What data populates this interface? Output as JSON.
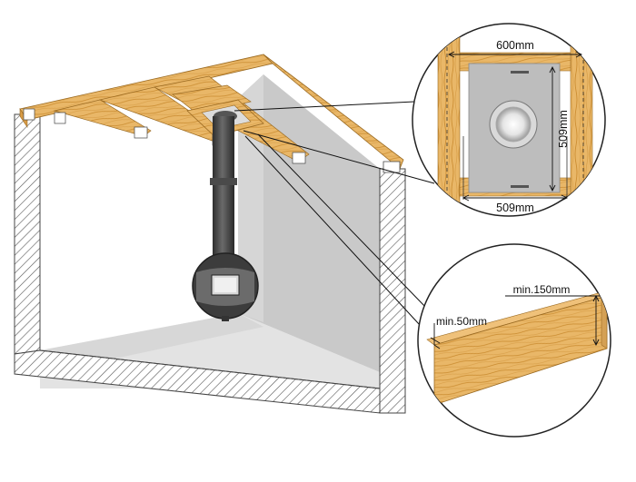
{
  "detail_top": {
    "width_outer_label": "600mm",
    "height_inner_label": "509mm",
    "width_inner_label": "509mm"
  },
  "detail_beam": {
    "beam_height_label": "min.150mm",
    "beam_width_label": "min.50mm"
  },
  "colors": {
    "wood": "#e9b768",
    "wood_dark": "#c98a2e",
    "wall_fill": "#ffffff",
    "back_wall": "#cfcfcf",
    "floor": "#d9d9d9",
    "plate": "#b9b9b9",
    "stove": "#3f3f3f"
  }
}
